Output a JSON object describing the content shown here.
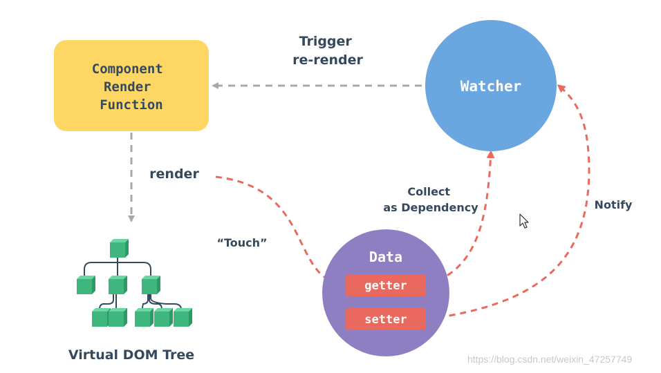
{
  "nodes": {
    "component": {
      "lines": [
        "Component",
        "Render",
        "Function"
      ]
    },
    "watcher": {
      "label": "Watcher"
    },
    "data": {
      "label": "Data",
      "getter": "getter",
      "setter": "setter"
    },
    "vdom": {
      "label": "Virtual DOM Tree"
    }
  },
  "edges": {
    "trigger": {
      "lines": [
        "Trigger",
        "re-render"
      ]
    },
    "render": {
      "label": "render"
    },
    "touch": {
      "label": "“Touch”"
    },
    "collect": {
      "lines": [
        "Collect",
        "as Dependency"
      ]
    },
    "notify": {
      "label": "Notify"
    }
  },
  "watermark": "https://blog.csdn.net/weixin_47257749",
  "colors": {
    "component_fill": "#fdd663",
    "watcher_fill": "#6aa7e1",
    "data_fill": "#8e7fc3",
    "pill_fill": "#e9695e",
    "arrow_gray": "#a8a8a8",
    "arrow_red": "#e9695e",
    "cube_top": "#6ad6a4",
    "cube_left": "#3fb67e",
    "cube_right": "#2c9a64",
    "text_dark": "#35495e"
  }
}
